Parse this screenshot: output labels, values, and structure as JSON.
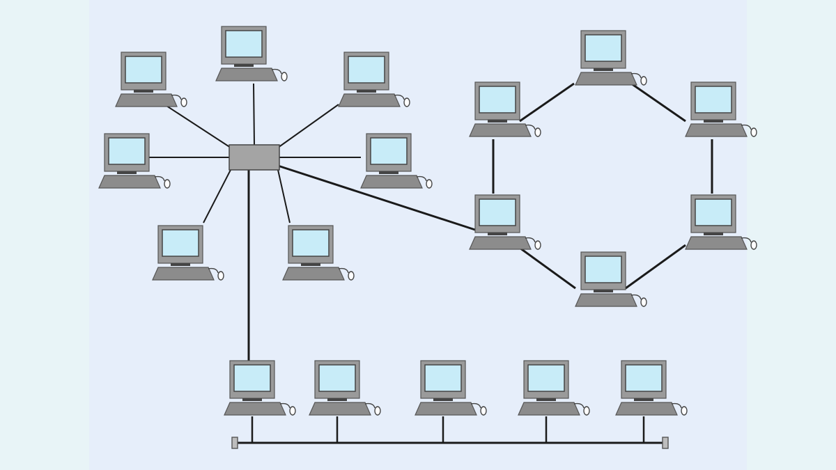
{
  "diagram": {
    "type": "hybrid-network-topology",
    "colors": {
      "page_background": "#e8f4f7",
      "panel_background": "#e6eefa",
      "cable": "#1a1a1a",
      "monitor_body": "#9a9a9a",
      "monitor_screen": "#c8ecf8",
      "keyboard": "#8c8c8c",
      "hub": "#a4a4a4",
      "terminator": "#bdbdbd"
    },
    "icons": {
      "computer": "computer-icon",
      "hub": "hub-icon",
      "terminator": "bus-terminator-icon"
    },
    "segments": {
      "star": {
        "topology": "star",
        "node_count": 7
      },
      "ring": {
        "topology": "ring",
        "node_count": 6
      },
      "bus": {
        "topology": "bus",
        "node_count": 5
      }
    }
  }
}
